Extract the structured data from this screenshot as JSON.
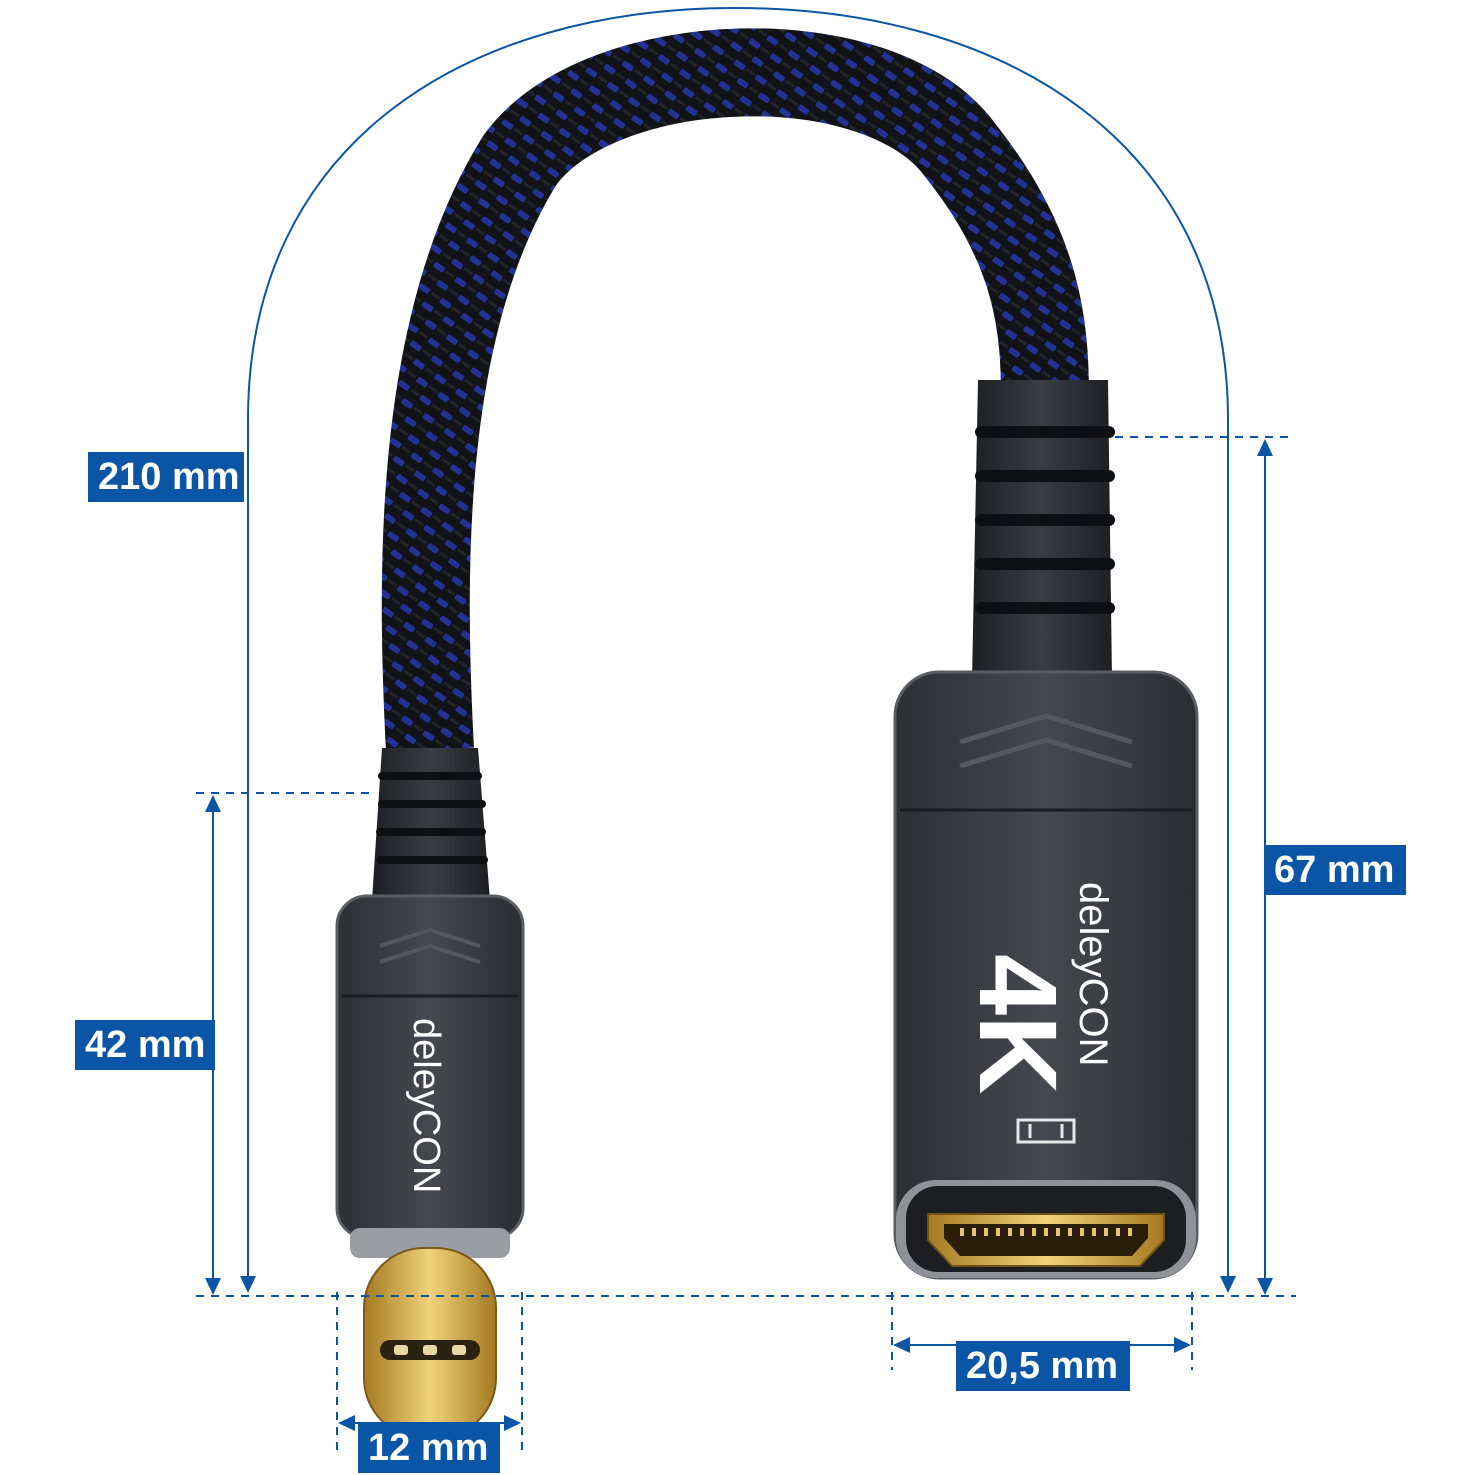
{
  "dimensions": {
    "total_length": "210 mm",
    "usb_c_plug_length": "42 mm",
    "hdmi_socket_length": "67 mm",
    "hdmi_socket_width": "20,5 mm",
    "usb_c_plug_width": "12 mm"
  },
  "product": {
    "brand_usb_c": "deleyCON",
    "brand_hdmi": "deleyCON",
    "resolution_badge": "4K"
  },
  "colors": {
    "accent": "#0a55a5",
    "cable_blue": "#2a3fb0",
    "cable_black": "#15181d",
    "housing": "#3a3d42",
    "gold": "#c9a440"
  },
  "icons": [
    "hdmi-logo-icon"
  ]
}
